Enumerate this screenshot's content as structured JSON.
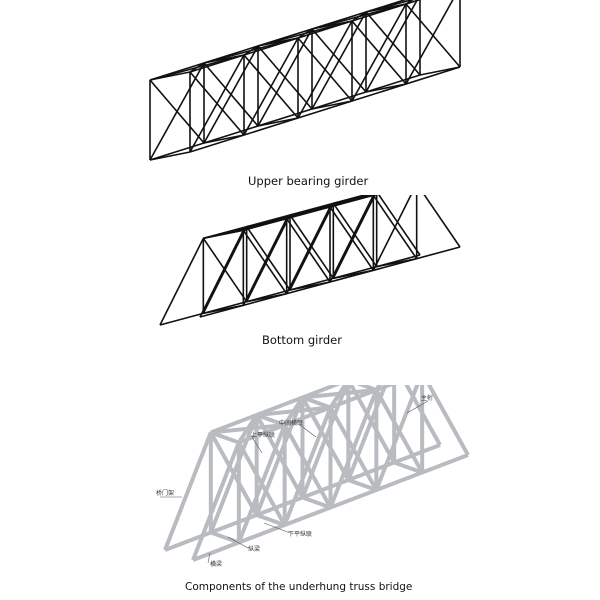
{
  "figures": [
    {
      "caption": "Upper bearing girder"
    },
    {
      "caption": "Bottom girder"
    },
    {
      "caption": "Components of the underhung truss bridge",
      "labels": {
        "main_truss": "主桁",
        "middle_cross_bracing": "中间横联",
        "upper_lateral_bracing": "上平纵联",
        "portal_frame": "桥门架",
        "lower_lateral_bracing": "下平纵联",
        "stringer": "纵梁",
        "floor_beam": "横梁"
      }
    }
  ]
}
